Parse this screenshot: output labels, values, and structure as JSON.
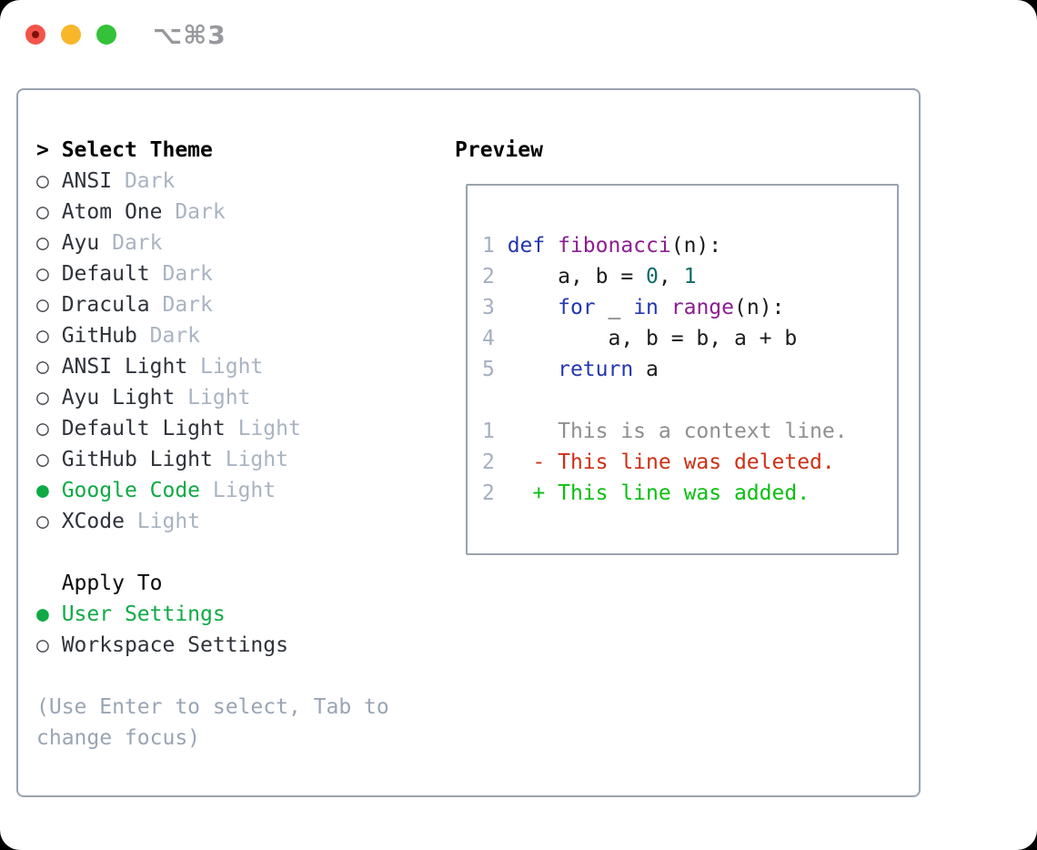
{
  "titlebar": {
    "title": "⌥⌘3",
    "buttons": [
      "close",
      "minimize",
      "zoom"
    ]
  },
  "theme_selector": {
    "header_prefix": "> ",
    "header": "Select Theme",
    "marker_unselected": "○",
    "marker_selected": "●",
    "items": [
      {
        "name": "ANSI",
        "tag": "Dark",
        "selected": false
      },
      {
        "name": "Atom One",
        "tag": "Dark",
        "selected": false
      },
      {
        "name": "Ayu",
        "tag": "Dark",
        "selected": false
      },
      {
        "name": "Default",
        "tag": "Dark",
        "selected": false
      },
      {
        "name": "Dracula",
        "tag": "Dark",
        "selected": false
      },
      {
        "name": "GitHub",
        "tag": "Dark",
        "selected": false
      },
      {
        "name": "ANSI Light",
        "tag": "Light",
        "selected": false
      },
      {
        "name": "Ayu Light",
        "tag": "Light",
        "selected": false
      },
      {
        "name": "Default Light",
        "tag": "Light",
        "selected": false
      },
      {
        "name": "GitHub Light",
        "tag": "Light",
        "selected": false
      },
      {
        "name": "Google Code",
        "tag": "Light",
        "selected": true
      },
      {
        "name": "XCode",
        "tag": "Light",
        "selected": false
      }
    ]
  },
  "apply_to": {
    "header": "  Apply To",
    "options": [
      {
        "name": "User Settings",
        "selected": true
      },
      {
        "name": "Workspace Settings",
        "selected": false
      }
    ]
  },
  "hint": {
    "line1": "(Use Enter to select, Tab to",
    "line2": "change focus)"
  },
  "preview": {
    "header": "Preview",
    "code_lines": [
      {
        "n": "1",
        "tokens": [
          {
            "c": "kw",
            "t": "def "
          },
          {
            "c": "fn",
            "t": "fibonacci"
          },
          {
            "c": "plain",
            "t": "(n):"
          }
        ]
      },
      {
        "n": "2",
        "tokens": [
          {
            "c": "plain",
            "t": "    a, b = "
          },
          {
            "c": "lit",
            "t": "0"
          },
          {
            "c": "plain",
            "t": ", "
          },
          {
            "c": "lit",
            "t": "1"
          }
        ]
      },
      {
        "n": "3",
        "tokens": [
          {
            "c": "plain",
            "t": "    "
          },
          {
            "c": "kw",
            "t": "for"
          },
          {
            "c": "plain",
            "t": " _ "
          },
          {
            "c": "kw",
            "t": "in"
          },
          {
            "c": "plain",
            "t": " "
          },
          {
            "c": "fn",
            "t": "range"
          },
          {
            "c": "plain",
            "t": "(n):"
          }
        ]
      },
      {
        "n": "4",
        "tokens": [
          {
            "c": "plain",
            "t": "        a, b = b, a + b"
          }
        ]
      },
      {
        "n": "5",
        "tokens": [
          {
            "c": "plain",
            "t": "    "
          },
          {
            "c": "kw",
            "t": "return"
          },
          {
            "c": "plain",
            "t": " a"
          }
        ]
      },
      {
        "blank": true
      },
      {
        "n": "1",
        "tokens": [
          {
            "c": "ctx",
            "t": "    This is a context line."
          }
        ]
      },
      {
        "n": "2",
        "tokens": [
          {
            "c": "del",
            "t": "  - This line was deleted."
          }
        ]
      },
      {
        "n": "2",
        "tokens": [
          {
            "c": "add",
            "t": "  + This line was added."
          }
        ]
      }
    ]
  },
  "colors": {
    "selected_green": "#0faa45",
    "added_green": "#0bbf12",
    "deleted_red": "#cd3015",
    "context_gray": "#8d8f91",
    "keyword_blue": "#2437b0",
    "function_purple": "#8b1e90",
    "literal_teal": "#0c6b68",
    "line_number_gray": "#a5afc1",
    "tag_gray": "#a9b3c1",
    "hint_gray": "#9aa5b3",
    "border_gray": "#9aa3ae",
    "traffic_red": "#f2544b",
    "traffic_yellow": "#f8b62b",
    "traffic_green": "#33c239"
  }
}
